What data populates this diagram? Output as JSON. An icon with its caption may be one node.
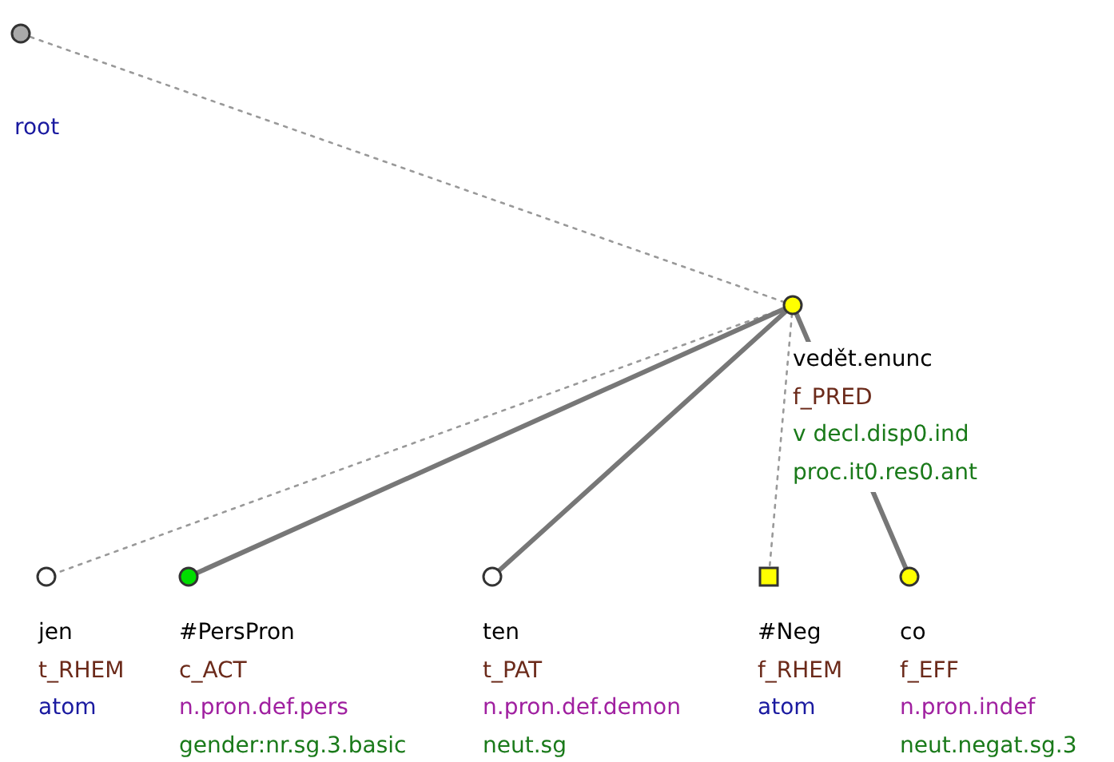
{
  "diagram": {
    "nodes": [
      {
        "text": [],
        "shape": "circle",
        "beside": [
          "root"
        ]
      },
      {
        "text": [],
        "shape": "circle",
        "beside": [
          "vedět.enunc",
          "f_PRED",
          "v decl.disp0.ind",
          "proc.it0.res0.ant"
        ]
      },
      {
        "text": [],
        "shape": "circle",
        "beside": [
          "jen",
          "t_RHEM",
          "atom"
        ]
      },
      {
        "text": [],
        "shape": "circle",
        "beside": [
          "#PersPron",
          "c_ACT",
          "n.pron.def.pers",
          "gender:nr.sg.3.basic"
        ]
      },
      {
        "text": [],
        "shape": "circle",
        "beside": [
          "ten",
          "t_PAT",
          "n.pron.def.demon",
          "neut.sg"
        ]
      },
      {
        "text": [],
        "shape": "box",
        "beside": [
          "#Neg",
          "f_RHEM",
          "atom"
        ]
      },
      {
        "text": [],
        "shape": "circle",
        "beside": [
          "co",
          "f_EFF",
          "n.pron.indef",
          "neut.negat.sg.3"
        ]
      }
    ],
    "edges": [
      {
        "from": 1,
        "to": 0,
        "arrow": "none",
        "style": "dashed"
      },
      {
        "from": 1,
        "to": 2,
        "arrow": "none",
        "style": "dashed"
      },
      {
        "from": 1,
        "to": 3,
        "arrow": "none",
        "style": "thick"
      },
      {
        "from": 1,
        "to": 4,
        "arrow": "none",
        "style": "thick"
      },
      {
        "from": 1,
        "to": 5,
        "arrow": "none",
        "style": "dashed"
      },
      {
        "from": 1,
        "to": 6,
        "arrow": "none",
        "style": "thick"
      }
    ]
  }
}
